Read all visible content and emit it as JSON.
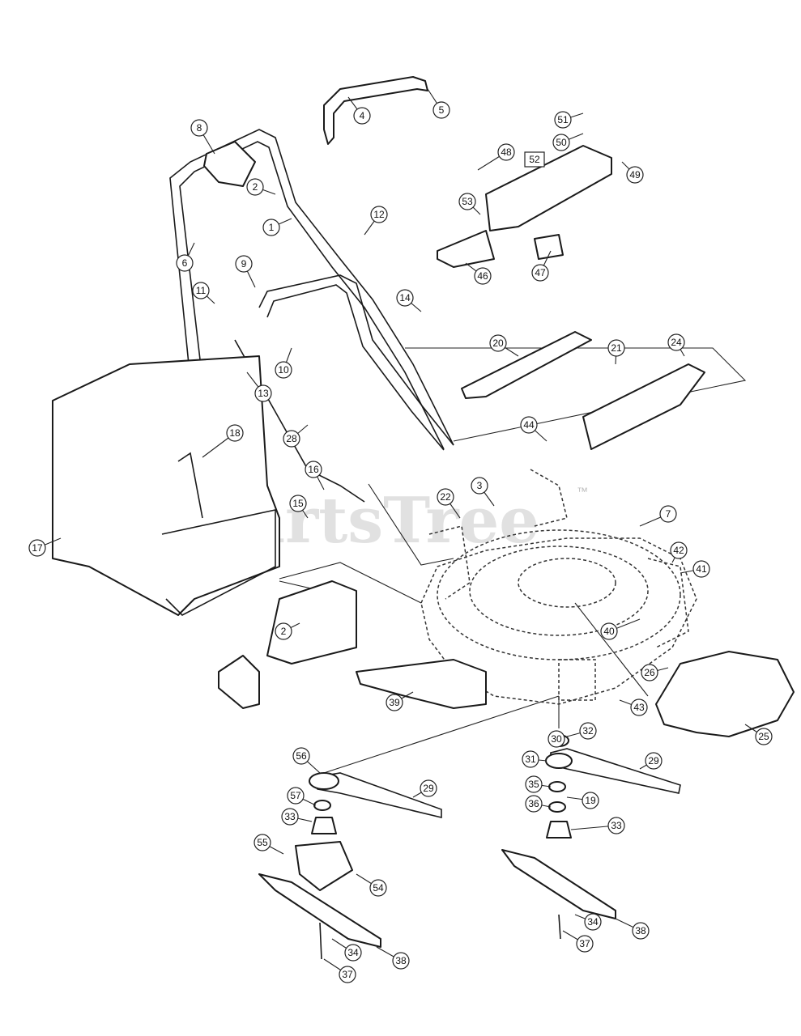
{
  "watermark": {
    "text": "PartsTree",
    "trademark": "™"
  },
  "boxed_callouts": [
    {
      "label": "52"
    }
  ],
  "callouts": [
    "1",
    "2",
    "2",
    "3",
    "4",
    "5",
    "6",
    "7",
    "8",
    "9",
    "10",
    "11",
    "12",
    "13",
    "14",
    "15",
    "16",
    "17",
    "18",
    "19",
    "20",
    "21",
    "22",
    "24",
    "25",
    "26",
    "28",
    "29",
    "29",
    "30",
    "31",
    "32",
    "33",
    "33",
    "34",
    "34",
    "35",
    "36",
    "37",
    "37",
    "38",
    "38",
    "39",
    "40",
    "41",
    "42",
    "43",
    "44",
    "46",
    "47",
    "48",
    "49",
    "50",
    "51",
    "53",
    "54",
    "55",
    "56",
    "57"
  ]
}
